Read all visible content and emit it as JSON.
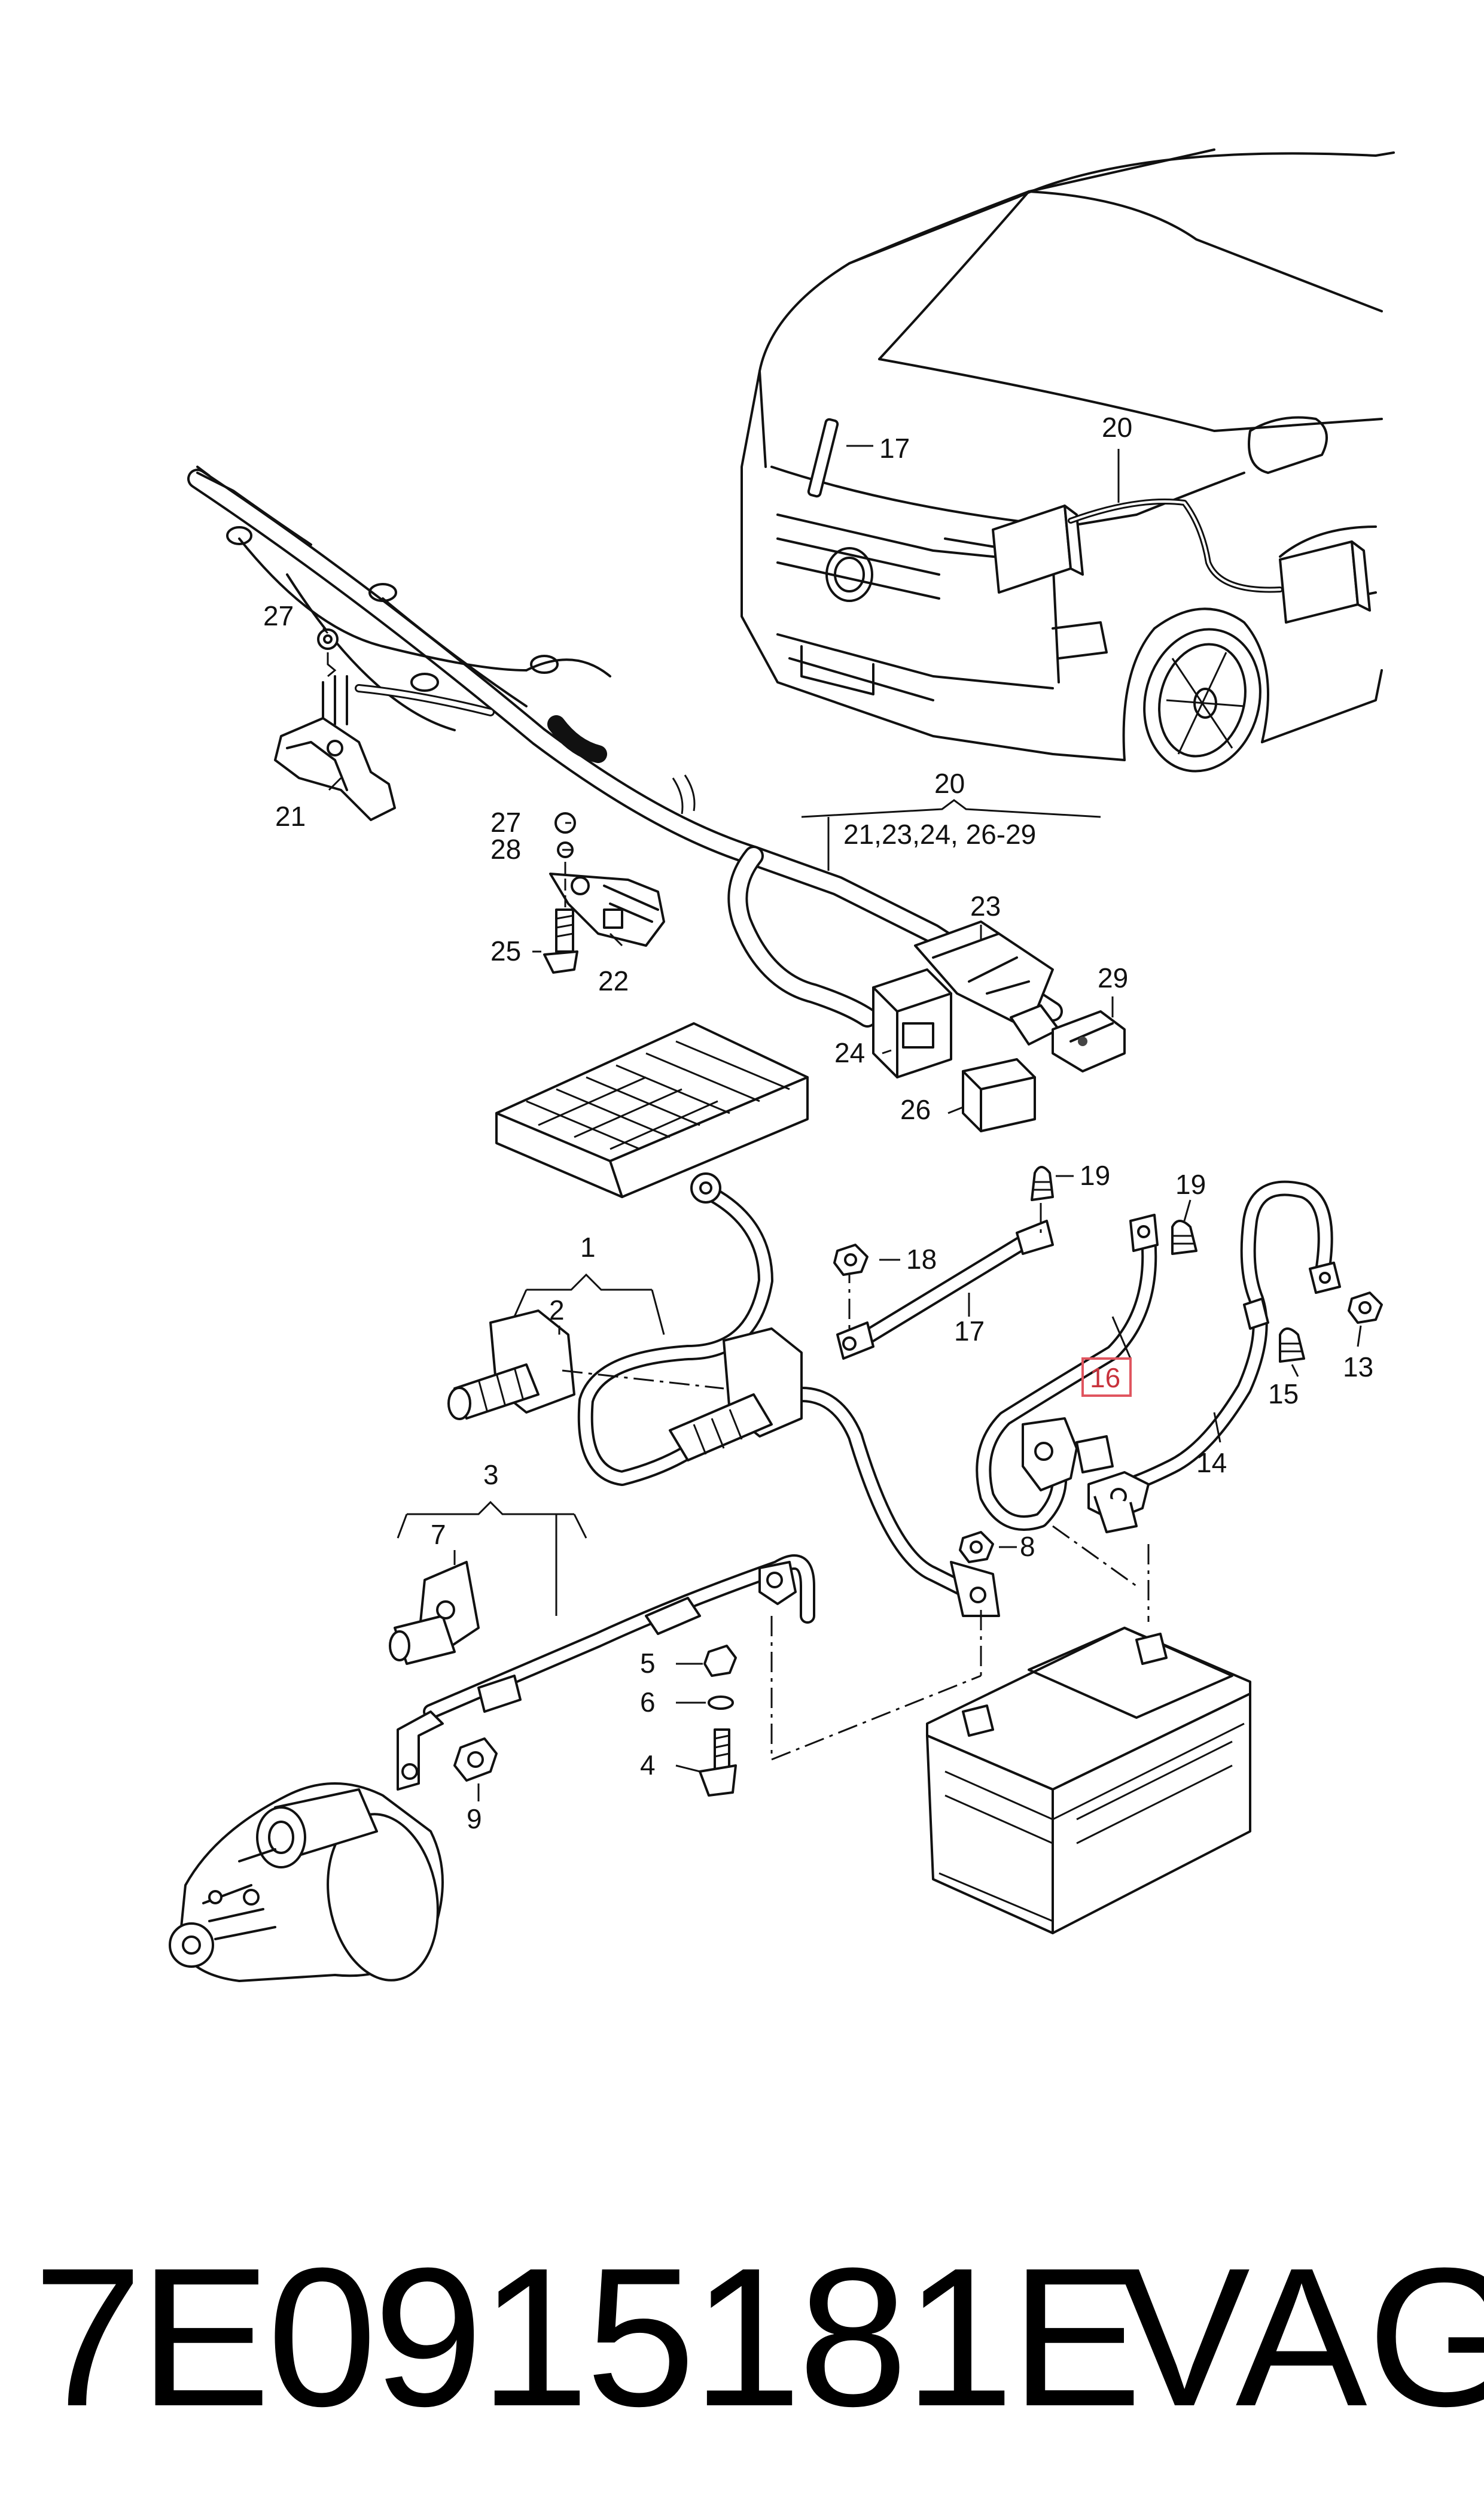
{
  "callouts": {
    "c1": "1",
    "c2": "2",
    "c3": "3",
    "c4": "4",
    "c5": "5",
    "c6": "6",
    "c7": "7",
    "c8": "8",
    "c9": "9",
    "c13": "13",
    "c14": "14",
    "c15": "15",
    "c16": "16",
    "c17_hood": "17",
    "c17_cable": "17",
    "c18": "18",
    "c19_left": "19",
    "c19_right": "19",
    "c20_car": "20",
    "c20_group": "20",
    "c20_group_range": "21,23,24, 26-29",
    "c21": "21",
    "c22": "22",
    "c23": "23",
    "c24": "24",
    "c25": "25",
    "c26": "26",
    "c27_top": "27",
    "c27_mid": "27",
    "c28": "28",
    "c29": "29"
  },
  "highlight": {
    "part": "16",
    "color": "#e0555f"
  },
  "footer": {
    "part_number": "7E0915181E",
    "brand": "VAG"
  }
}
